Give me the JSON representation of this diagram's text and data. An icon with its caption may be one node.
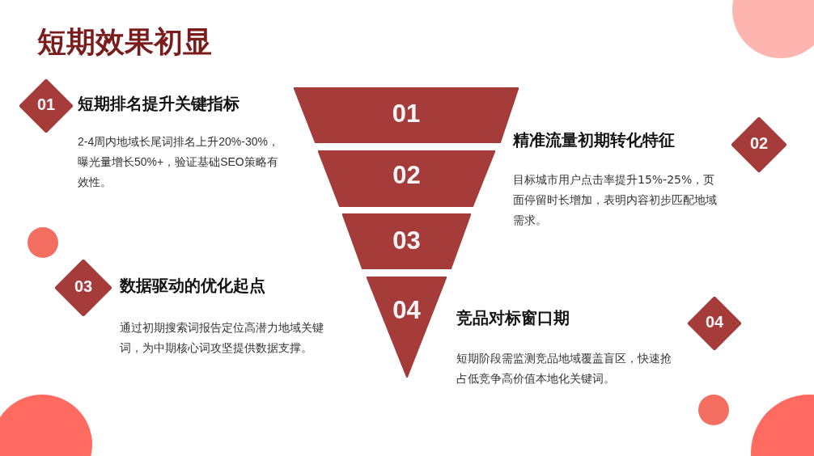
{
  "diagram": {
    "title": "短期效果初显",
    "nodes": [
      {
        "text": [
          "01"
        ]
      },
      {
        "text": [
          "02"
        ]
      },
      {
        "text": [
          "03"
        ]
      },
      {
        "text": [
          "04"
        ]
      },
      {
        "text": [
          "01"
        ]
      },
      {
        "text": [
          "02"
        ]
      },
      {
        "text": [
          "03"
        ]
      },
      {
        "text": [
          "04"
        ]
      }
    ],
    "labels": [
      "短期排名提升关键指标",
      "2-4周内地域长尾词排名上升20%-30%，曝光量增长50%+，验证基础SEO策略有效性。",
      "精准流量初期转化特征",
      "目标城市用户点击率提升15%-25%，页面停留时长增加，表明内容初步匹配地域需求。",
      "数据驱动的优化起点",
      "通过初期搜索词报告定位高潜力地域关键词，为中期核心词攻坚提供数据支撑。",
      "竞品对标窗口期",
      "短期阶段需监测竞品地域覆盖盲区，快速抢占低竞争高价值本地化关键词。"
    ]
  }
}
